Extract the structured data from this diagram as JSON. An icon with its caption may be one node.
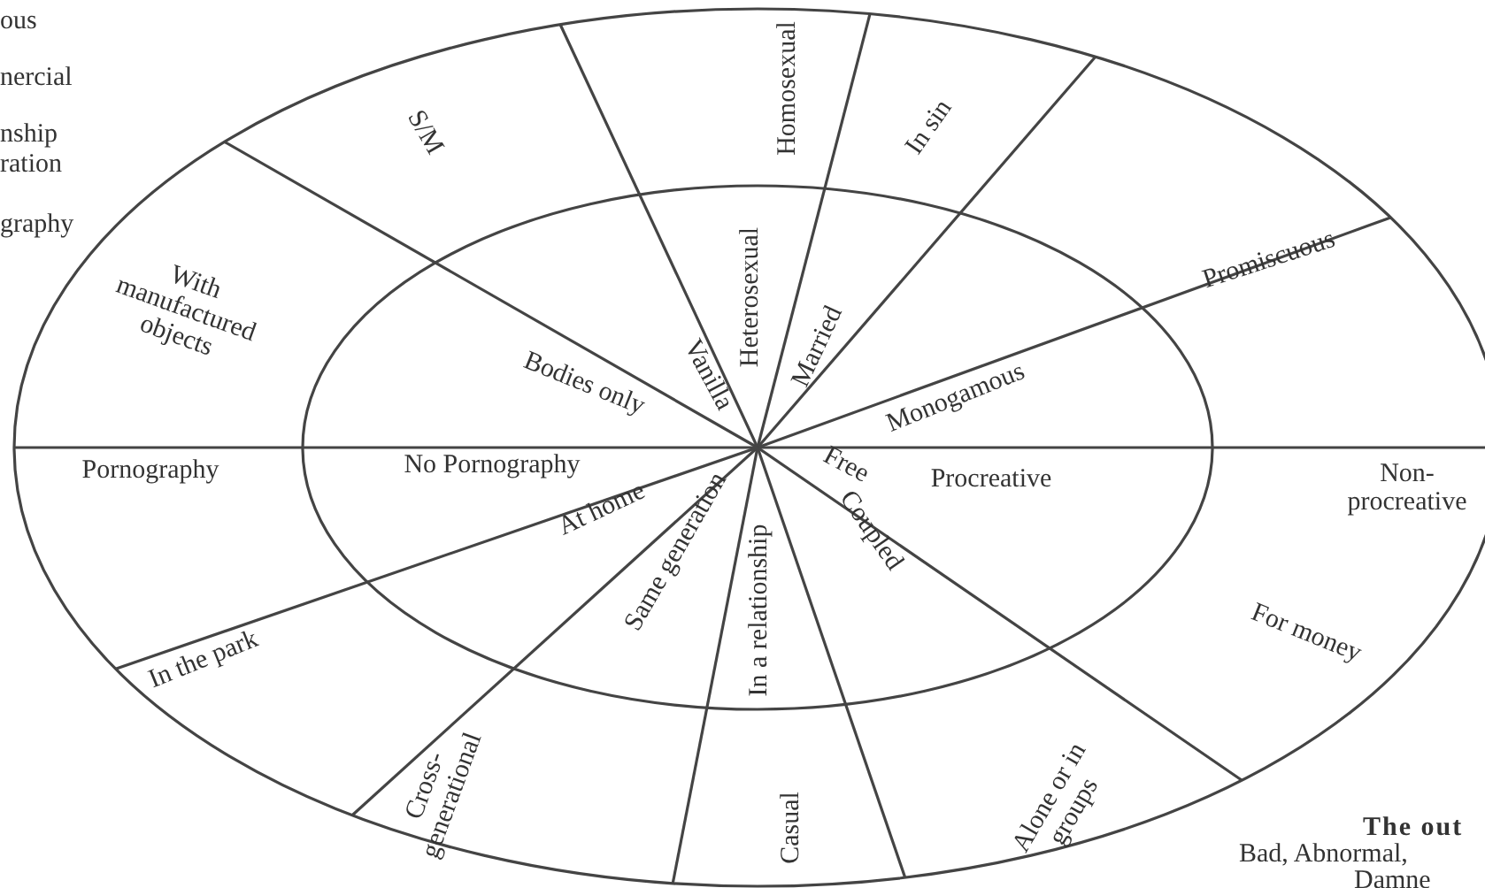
{
  "diagram": {
    "labels": [
      "ous",
      "nercial",
      "nship",
      "ration",
      "graphy",
      "Homosexual",
      "Heterosexual",
      "S/M",
      "In sin",
      "Vanilla",
      "Married",
      "With manufactured objects",
      "Promiscuous",
      "Bodies only",
      "Monogamous",
      "Non- procreative",
      "Procreative",
      "Pornography",
      "No Pornography",
      "Free",
      "Coupled",
      "At home",
      "For money",
      "In the park",
      "Same generation",
      "In a relationship",
      "Cross- generational",
      "Casual",
      "Alone or in groups",
      "The out",
      "Bad, Abnormal,",
      "Damne"
    ]
  }
}
